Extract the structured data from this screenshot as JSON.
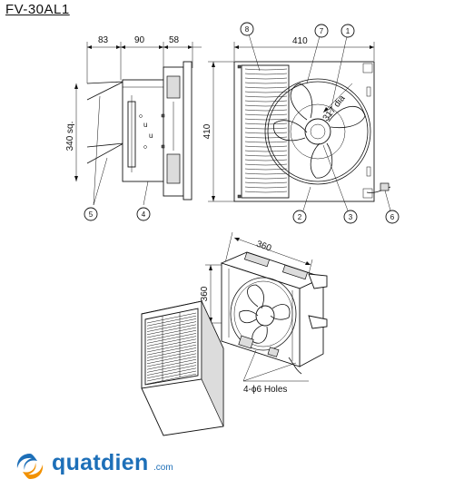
{
  "title": "FV-30AL1",
  "dimensions": {
    "side_a": "83",
    "side_b": "90",
    "side_c": "58",
    "side_height": "340 sq.",
    "front_width": "410",
    "front_height": "410",
    "fan_diameter": "317 dia",
    "iso_width": "360",
    "iso_height": "360",
    "holes": "4-ϕ6 Holes"
  },
  "callouts": [
    "1",
    "2",
    "3",
    "4",
    "5",
    "6",
    "7",
    "8"
  ],
  "logo": {
    "brand": "quatdien",
    "suffix": ".com",
    "colors": {
      "blue": "#1d6fb8",
      "orange": "#f29100"
    }
  },
  "icons": [
    "logo-swirl-icon"
  ]
}
